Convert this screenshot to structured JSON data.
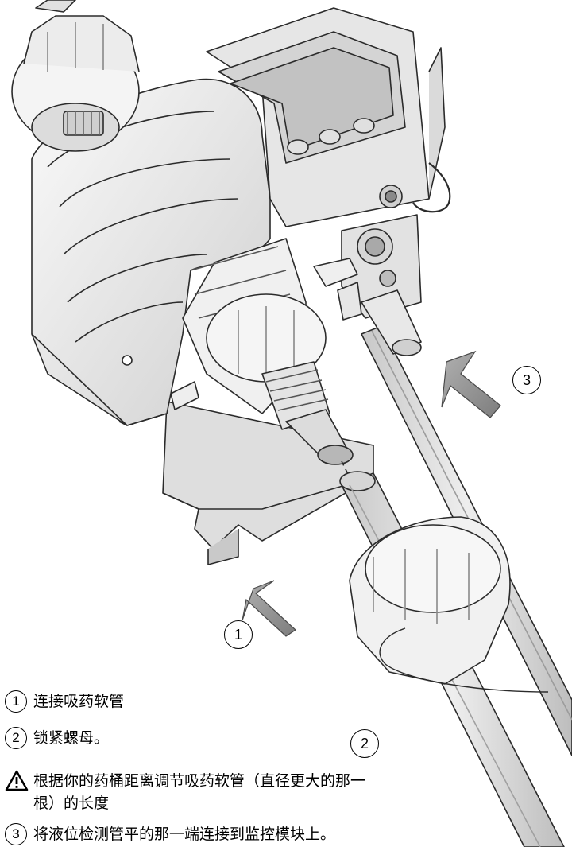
{
  "callouts": {
    "c1": "1",
    "c2": "2",
    "c3": "3"
  },
  "legend": {
    "step1": {
      "num": "1",
      "text": "连接吸药软管"
    },
    "step2": {
      "num": "2",
      "text": "锁紧螺母。"
    },
    "warning": {
      "icon": "warning-triangle-icon",
      "text": "根据你的药桶距离调节吸药软管（直径更大的那一根）的长度"
    },
    "step3": {
      "num": "3",
      "text": "将液位检测管平的那一端连接到监控模块上。"
    }
  },
  "colors": {
    "outline": "#2b2b2b",
    "body_light": "#f2f2f2",
    "body_mid": "#d9d9d9",
    "body_dark": "#9a9a9a",
    "arrow": "#8c8c8c"
  }
}
